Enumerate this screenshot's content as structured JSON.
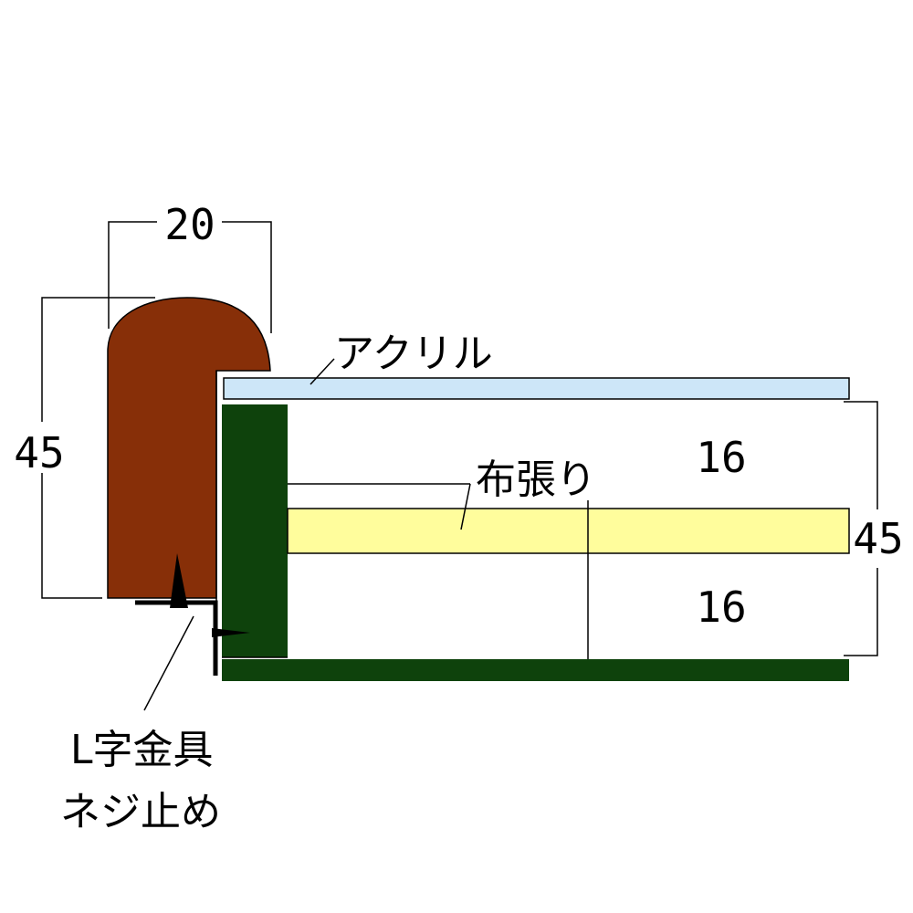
{
  "labels": {
    "width_dimension": "20",
    "frame_height_dimension": "45",
    "overall_height_dimension": "45",
    "upper_space_dimension": "16",
    "lower_space_dimension": "16",
    "acrylic": "アクリル",
    "fabric": "布張り",
    "bracket_line1": "L字金具",
    "bracket_line2": "ネジ止め"
  },
  "colors": {
    "moulding": "#872f08",
    "box": "#0e420c",
    "acrylic": "#cde6f8",
    "fabric": "#fffd9c",
    "line": "#000000"
  }
}
